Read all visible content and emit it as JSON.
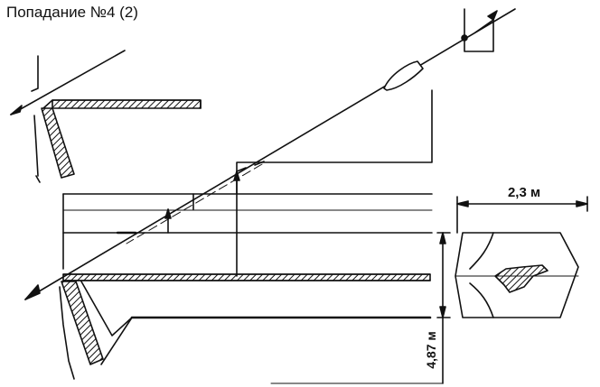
{
  "title": "Попадание №4 (2)",
  "dimensions": {
    "width": "2,3 м",
    "height": "4,87 м"
  },
  "colors": {
    "ink": "#111111",
    "paper": "#ffffff"
  }
}
